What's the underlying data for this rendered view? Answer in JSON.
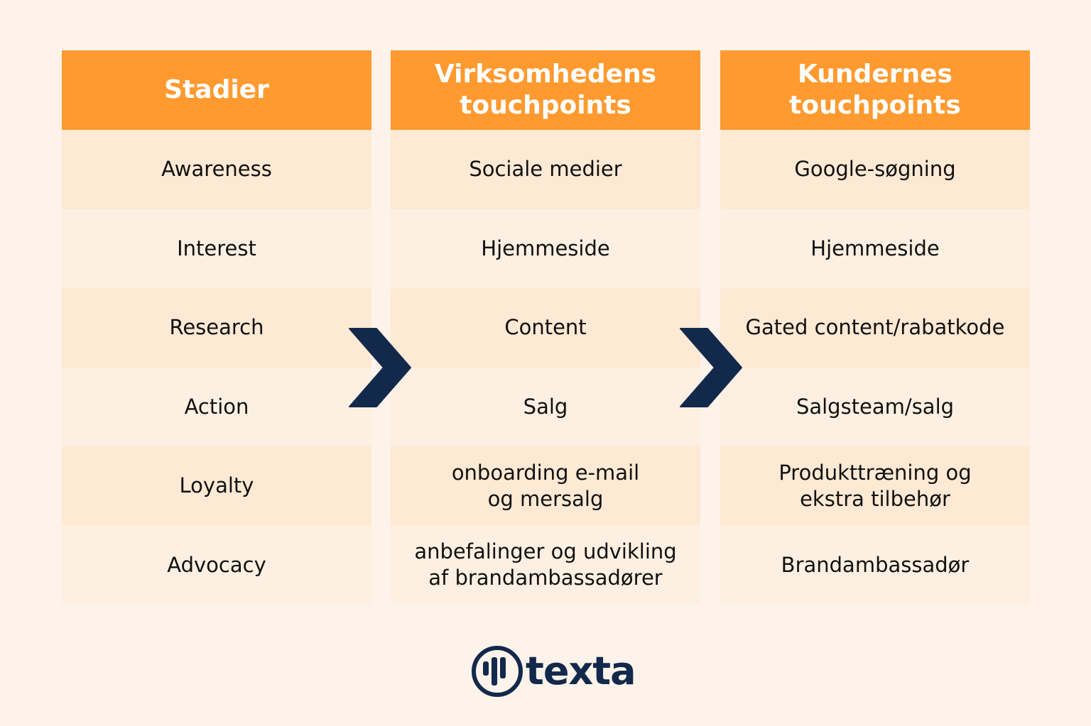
{
  "columns": [
    {
      "header": "Stadier",
      "rows": [
        "Awareness",
        "Interest",
        "Research",
        "Action",
        "Loyalty",
        "Advocacy"
      ]
    },
    {
      "header": "Virksomhedens\ntouchpoints",
      "rows": [
        "Sociale medier",
        "Hjemmeside",
        "Content",
        "Salg",
        "onboarding e-mail\nog mersalg",
        "anbefalinger og udvikling\naf brandambassadører"
      ]
    },
    {
      "header": "Kundernes\ntouchpoints",
      "rows": [
        "Google-søgning",
        "Hjemmeside",
        "Gated content/rabatkode",
        "Salgsteam/salg",
        "Produkttræning og\nekstra tilbehør",
        "Brandambassadør"
      ]
    }
  ],
  "arrows": {
    "icon": "chevron-right-icon",
    "color": "#13294b",
    "count": 2
  },
  "logo": {
    "text": "texta",
    "icon": "texta-bars-icon",
    "color": "#13294b"
  },
  "colors": {
    "background": "#fdf3ea",
    "header": "#fe9a2f",
    "row_shade_a": "#fee9d4",
    "row_shade_b": "#fdf0e2",
    "accent": "#13294b"
  }
}
